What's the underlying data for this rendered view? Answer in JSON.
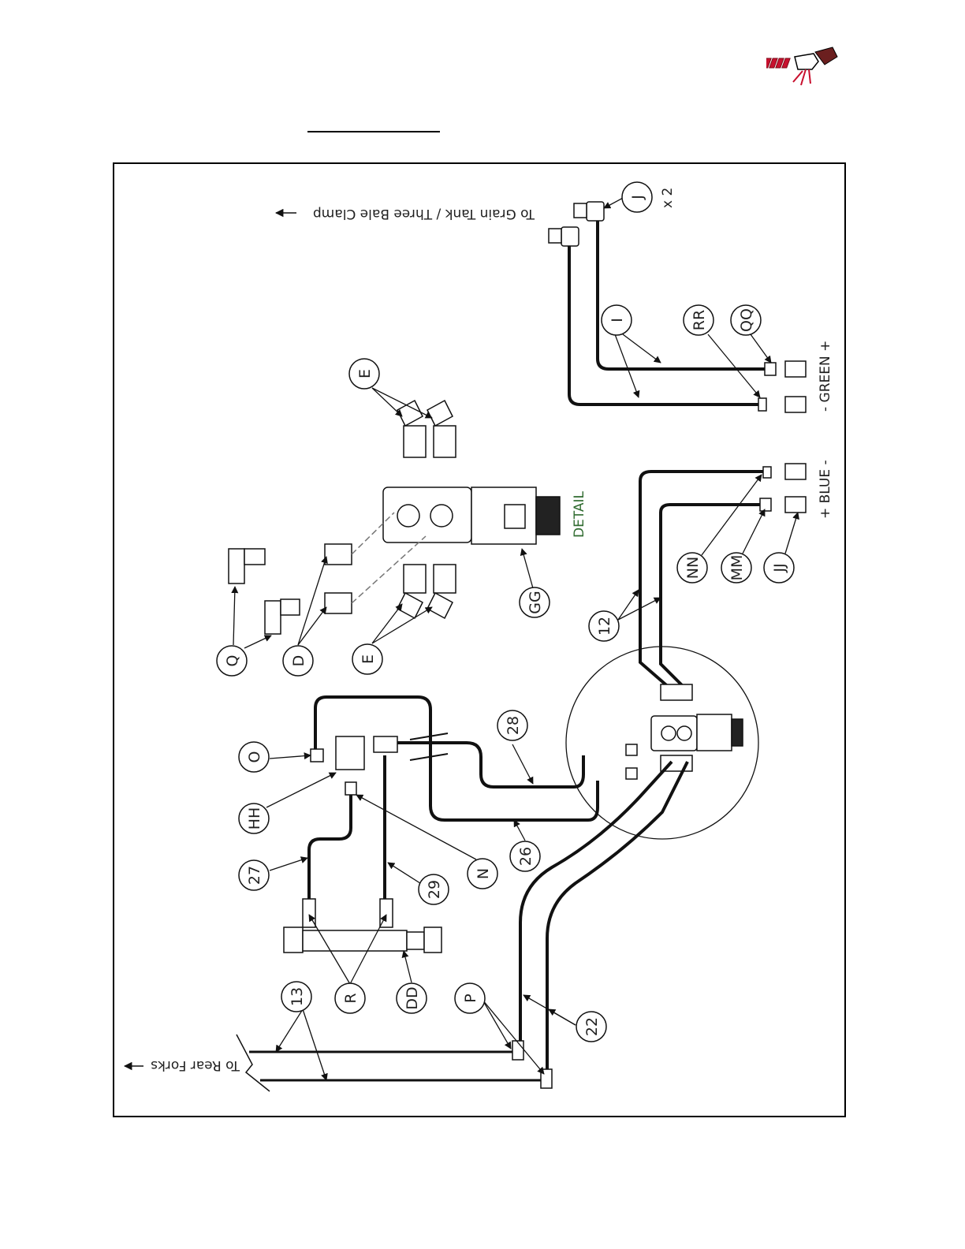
{
  "logo": {
    "icon": "company-logo-icon"
  },
  "notes": {
    "grain_tank": "To Grain Tank / Three Bale Clamp",
    "rear_forks": "To Rear Forks",
    "detail": "DETAIL",
    "green": "- GREEN +",
    "blue": "+ BLUE -",
    "qty": "x 2"
  },
  "callouts": {
    "J": "J",
    "I": "I",
    "RR": "RR",
    "QQ": "QQ",
    "E_top": "E",
    "E_bottom": "E",
    "D": "D",
    "Q": "Q",
    "GG": "GG",
    "O": "O",
    "HH": "HH",
    "c27": "27",
    "c29": "29",
    "N": "N",
    "c28": "28",
    "c26": "26",
    "c12": "12",
    "NN": "NN",
    "MM": "MM",
    "JJ": "JJ",
    "c13": "13",
    "R": "R",
    "DD": "DD",
    "P": "P",
    "c22": "22"
  }
}
